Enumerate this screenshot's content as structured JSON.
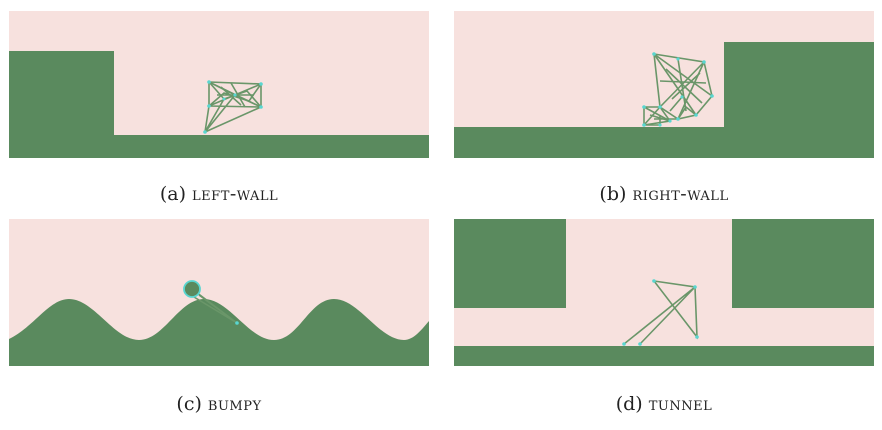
{
  "colors": {
    "background": "#f7e1de",
    "ground": "#5a8a5e",
    "robot_edge": "#6a9669",
    "robot_node": "#59d6d0"
  },
  "panels": [
    {
      "label": "(a)",
      "name": "left-wall"
    },
    {
      "label": "(b)",
      "name": "right-wall"
    },
    {
      "label": "(c)",
      "name": "bumpy"
    },
    {
      "label": "(d)",
      "name": "tunnel"
    }
  ]
}
